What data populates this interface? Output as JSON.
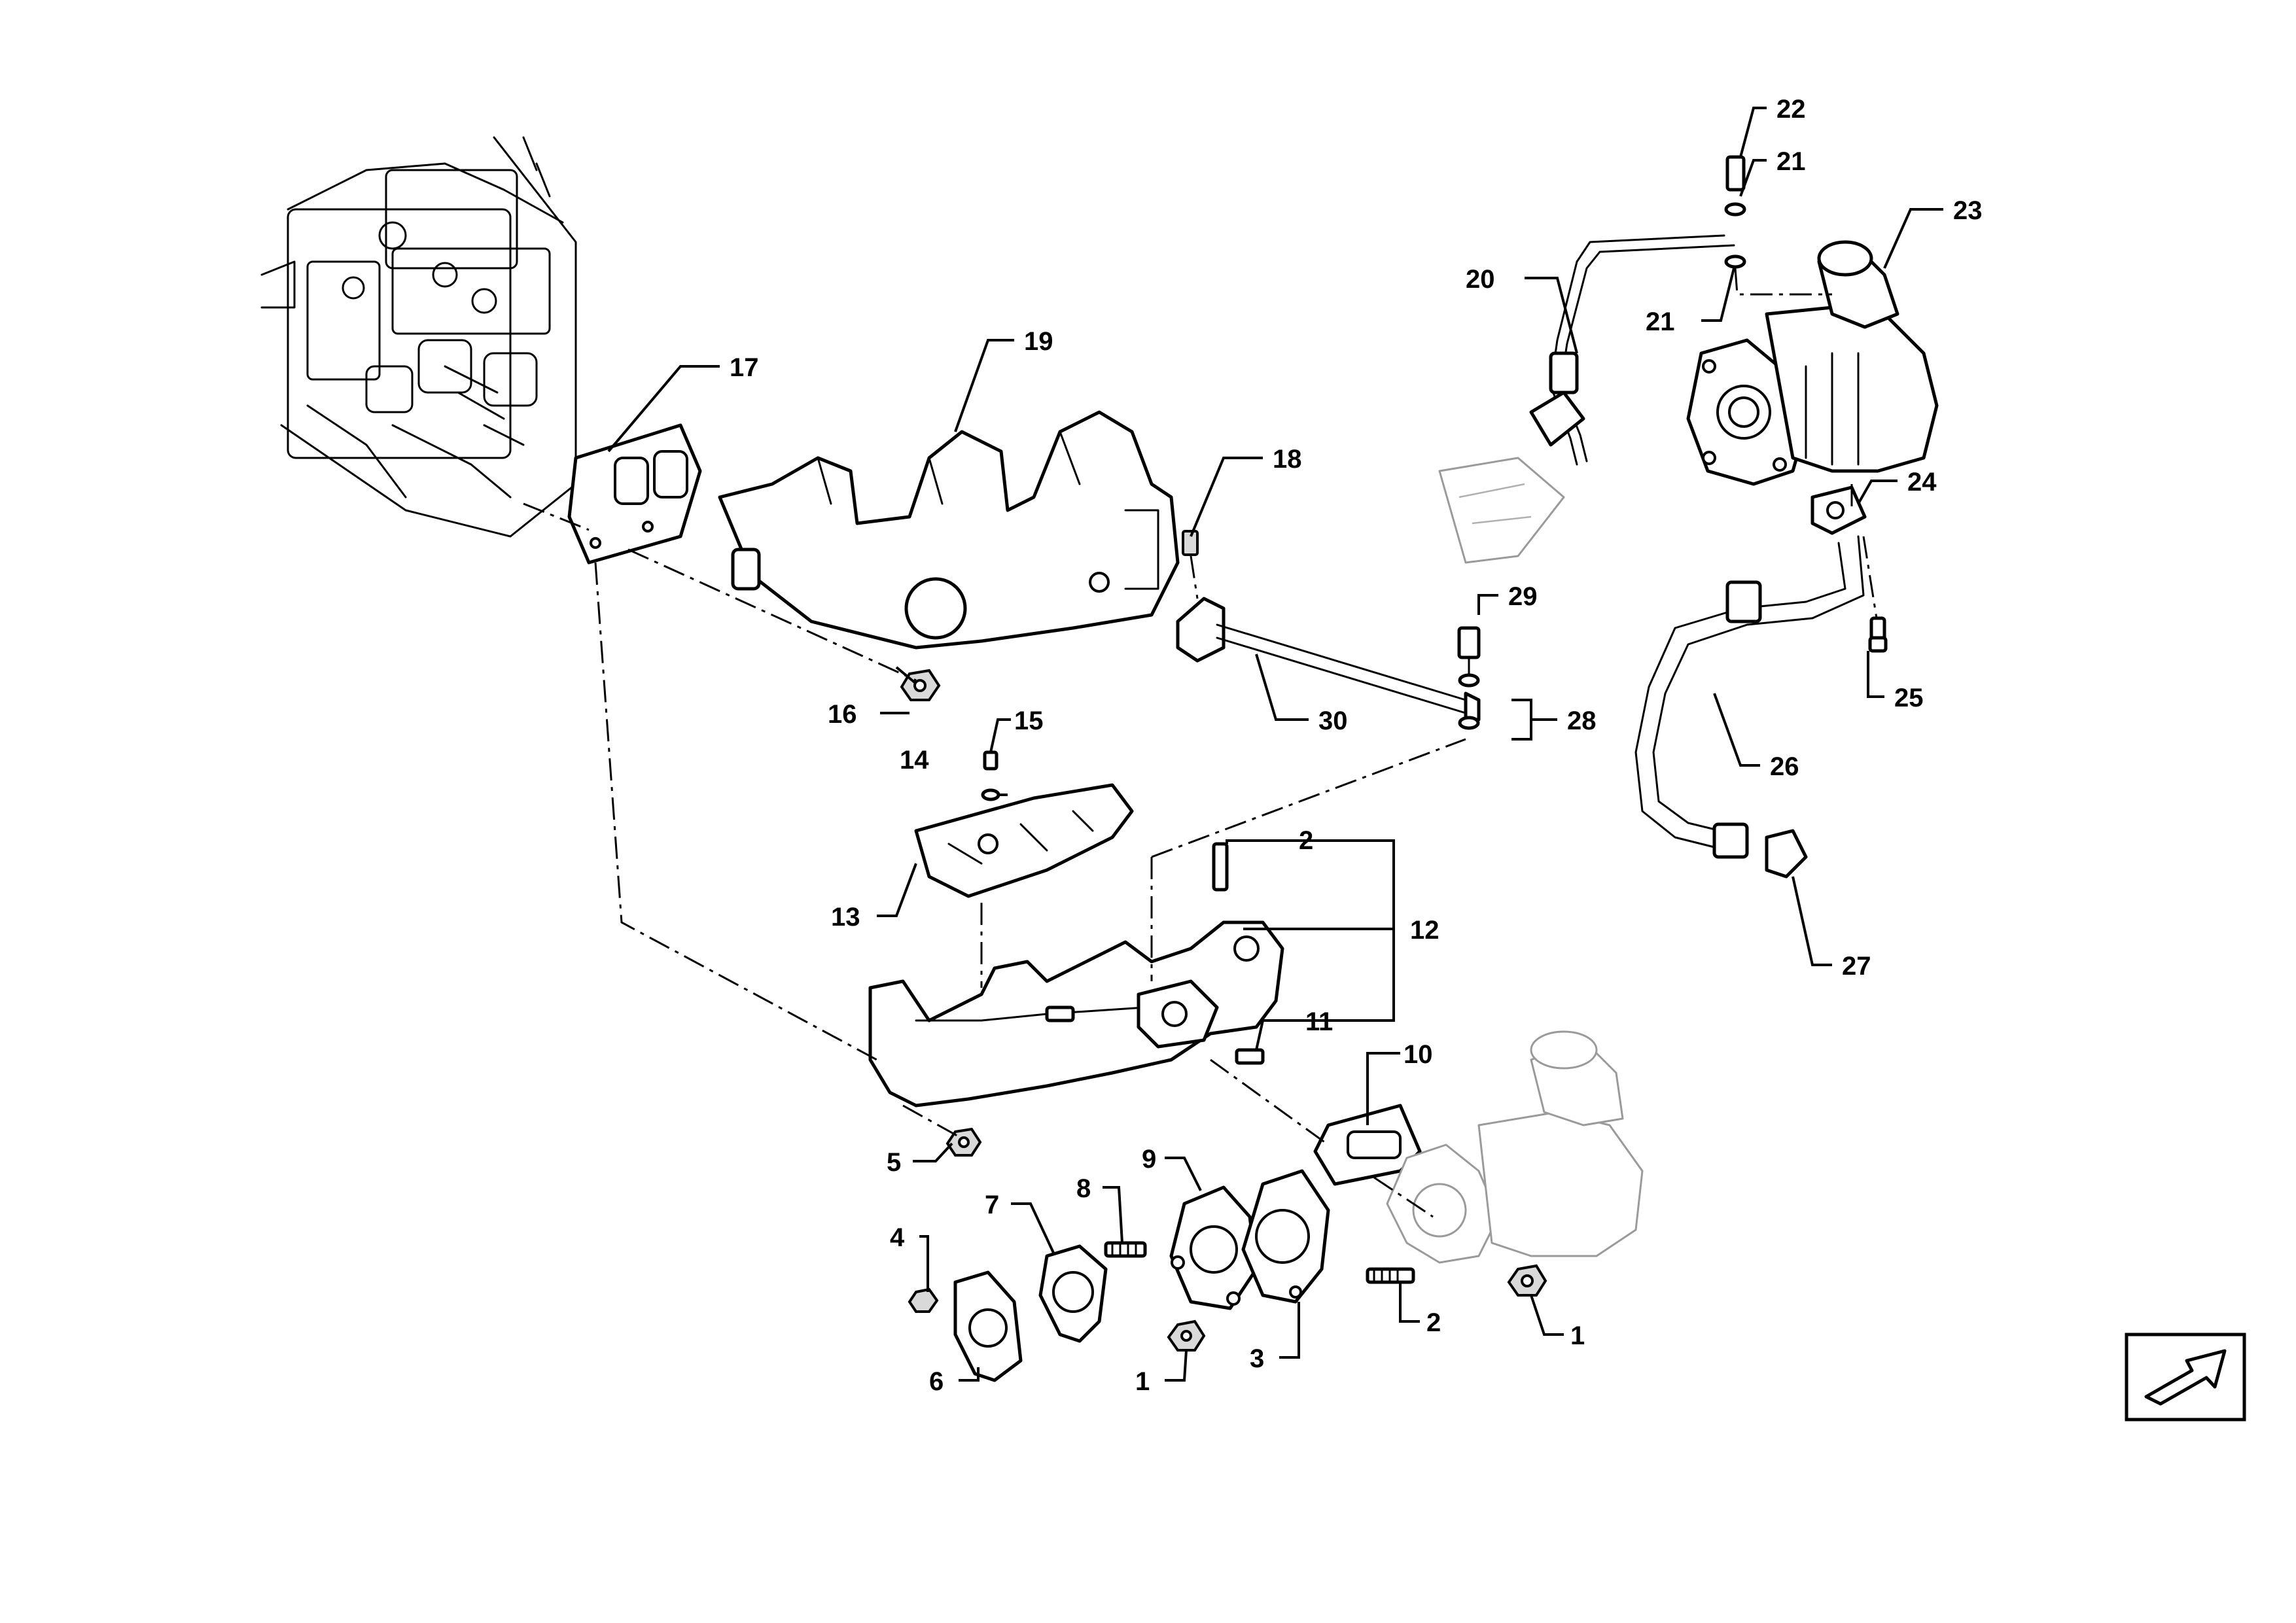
{
  "callouts": [
    {
      "id": "c1a",
      "text": "1"
    },
    {
      "id": "c1b",
      "text": "1"
    },
    {
      "id": "c2a",
      "text": "2"
    },
    {
      "id": "c2b",
      "text": "2"
    },
    {
      "id": "c3",
      "text": "3"
    },
    {
      "id": "c4",
      "text": "4"
    },
    {
      "id": "c5",
      "text": "5"
    },
    {
      "id": "c6",
      "text": "6"
    },
    {
      "id": "c7",
      "text": "7"
    },
    {
      "id": "c8",
      "text": "8"
    },
    {
      "id": "c9",
      "text": "9"
    },
    {
      "id": "c10",
      "text": "10"
    },
    {
      "id": "c11",
      "text": "11"
    },
    {
      "id": "c12",
      "text": "12"
    },
    {
      "id": "c13",
      "text": "13"
    },
    {
      "id": "c14",
      "text": "14"
    },
    {
      "id": "c15",
      "text": "15"
    },
    {
      "id": "c16",
      "text": "16"
    },
    {
      "id": "c17",
      "text": "17"
    },
    {
      "id": "c18",
      "text": "18"
    },
    {
      "id": "c19",
      "text": "19"
    },
    {
      "id": "c20",
      "text": "20"
    },
    {
      "id": "c21a",
      "text": "21"
    },
    {
      "id": "c21b",
      "text": "21"
    },
    {
      "id": "c22",
      "text": "22"
    },
    {
      "id": "c23",
      "text": "23"
    },
    {
      "id": "c24",
      "text": "24"
    },
    {
      "id": "c25",
      "text": "25"
    },
    {
      "id": "c26",
      "text": "26"
    },
    {
      "id": "c27",
      "text": "27"
    },
    {
      "id": "c28",
      "text": "28"
    },
    {
      "id": "c29",
      "text": "29"
    },
    {
      "id": "c30",
      "text": "30"
    }
  ],
  "icons": {
    "orientation": "arrow-icon"
  }
}
